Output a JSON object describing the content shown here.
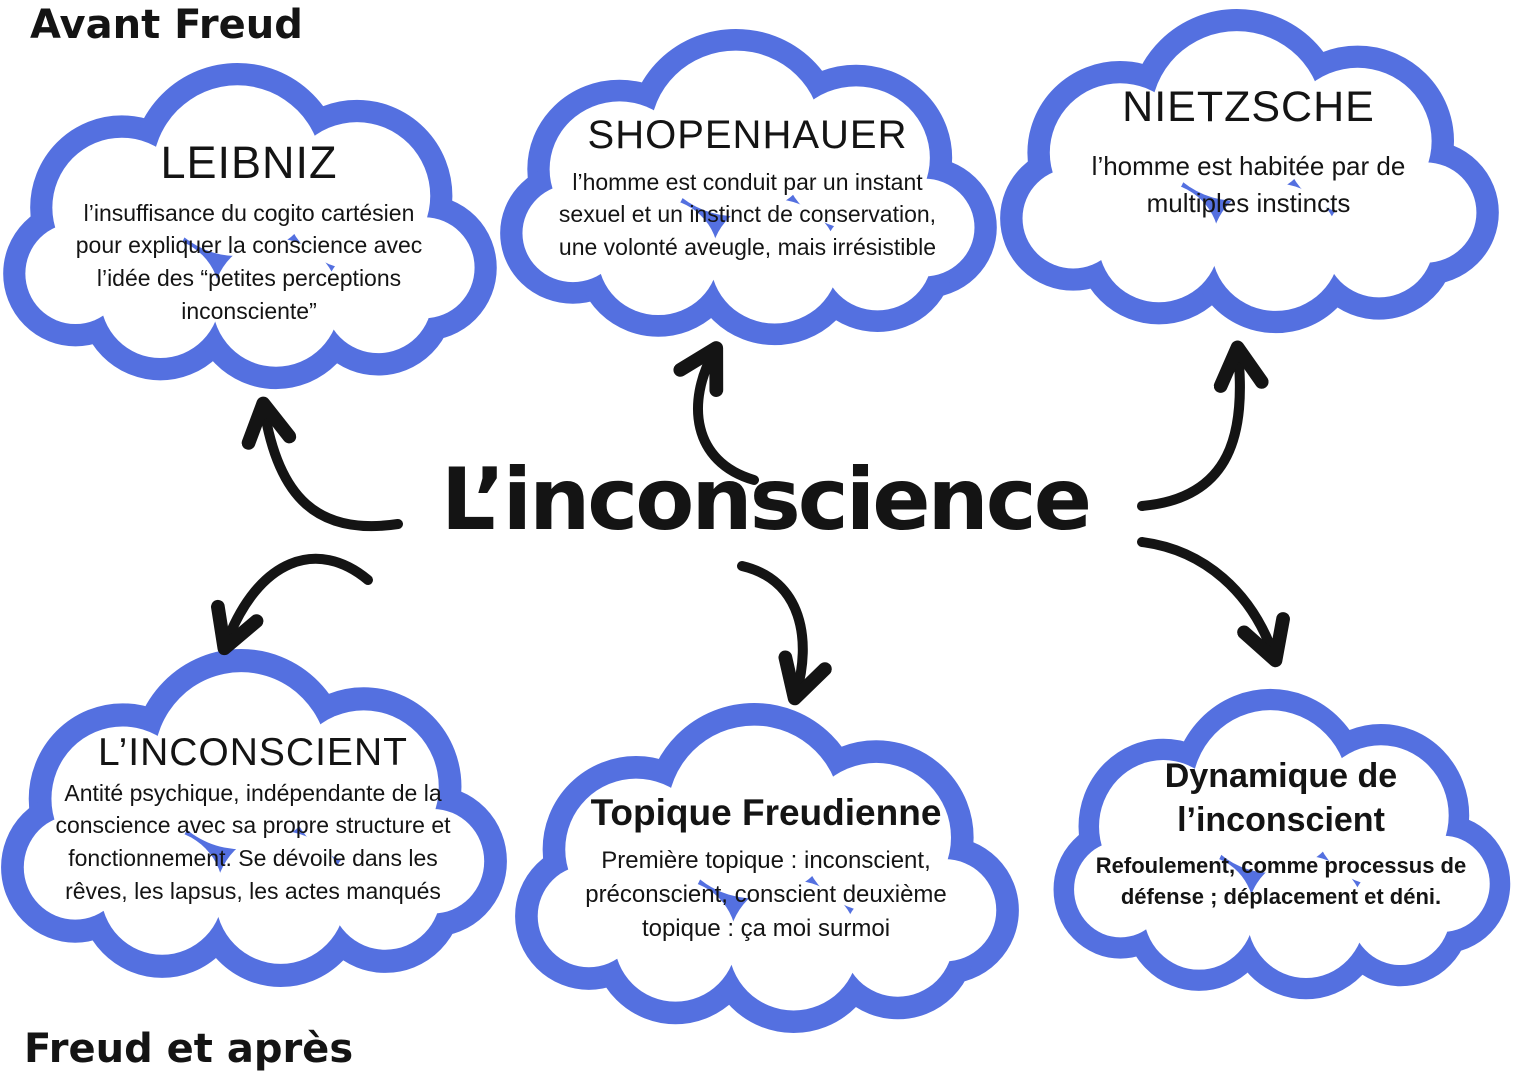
{
  "labels": {
    "top_left": "Avant Freud",
    "bottom_left": "Freud et après"
  },
  "center": {
    "title": "L’inconscience"
  },
  "clouds": [
    {
      "id": "leibniz",
      "title": "LEIBNIZ",
      "body": "l’insuffisance du cogito cartésien pour expliquer la conscience avec l’idée des “petites perceptions inconsciente”"
    },
    {
      "id": "shopenhauer",
      "title": "SHOPENHAUER",
      "body": "l’homme est conduit par un instant sexuel et un instinct de conservation, une volonté aveugle, mais irrésistible"
    },
    {
      "id": "nietzsche",
      "title": "NIETZSCHE",
      "body": "l’homme est habitée par de multiples instincts"
    },
    {
      "id": "linconscient",
      "title": "L’INCONSCIENT",
      "body": "Antité psychique, indépendante de la conscience avec sa propre structure et fonctionnement. Se dévoile dans les rêves, les lapsus, les actes manqués"
    },
    {
      "id": "topique",
      "title": "Topique Freudienne",
      "body": "Première topique : inconscient, préconscient, conscient deuxième topique : ça moi surmoi"
    },
    {
      "id": "dynamique",
      "title": "Dynamique de l’inconscient",
      "body": "Refoulement, comme processus de défense ; déplacement et déni."
    }
  ],
  "connections": [
    {
      "from": "L’inconscience",
      "to": "LEIBNIZ"
    },
    {
      "from": "L’inconscience",
      "to": "SHOPENHAUER"
    },
    {
      "from": "L’inconscience",
      "to": "NIETZSCHE"
    },
    {
      "from": "L’inconscience",
      "to": "L’INCONSCIENT"
    },
    {
      "from": "L’inconscience",
      "to": "Topique Freudienne"
    },
    {
      "from": "L’inconscience",
      "to": "Dynamique de l’inconscient"
    }
  ],
  "colors": {
    "cloud_border": "#5470e0",
    "text": "#141414",
    "arrow": "#141414",
    "background": "#ffffff"
  }
}
